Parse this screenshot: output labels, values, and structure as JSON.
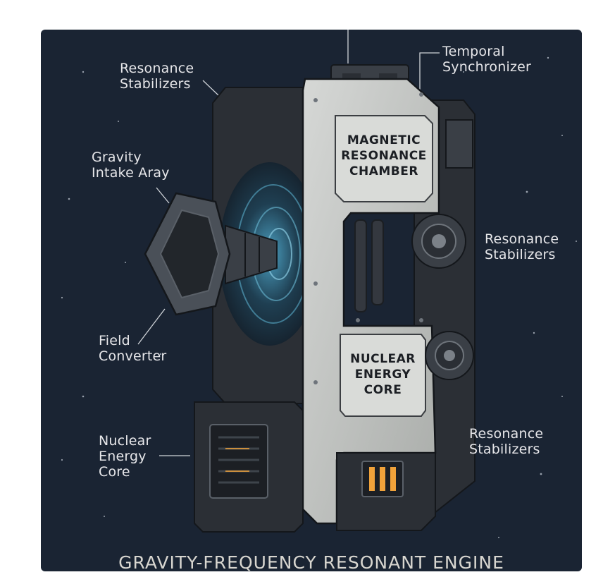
{
  "diagram": {
    "title": "GRAVITY-FREQUENCY RESONANT ENGINE",
    "plates": {
      "top": "MAGNETIC\nRESONANCE\nCHAMBER",
      "bottom": "NUCLEAR\nENERGY\nCORE"
    },
    "callouts": {
      "temporal_sync": "Temporal\nSynchronizer",
      "stabilizers_top_left": "Resonance\nStabilizers",
      "gravity_intake": "Gravity\nIntake Aray",
      "stabilizers_right_mid": "Resonance\nStabilizers",
      "field_converter": "Field\nConverter",
      "stabilizers_right_low": "Resonance\nStabilizers",
      "nuclear_core_left": "Nuclear\nEnergy\nCore"
    },
    "colors": {
      "background": "#1a2433",
      "hull": "#c9cbc9",
      "dark_panel": "#2b2f35",
      "glow_blue": "#3d8fb0",
      "glow_amber": "#f0a23a"
    }
  }
}
